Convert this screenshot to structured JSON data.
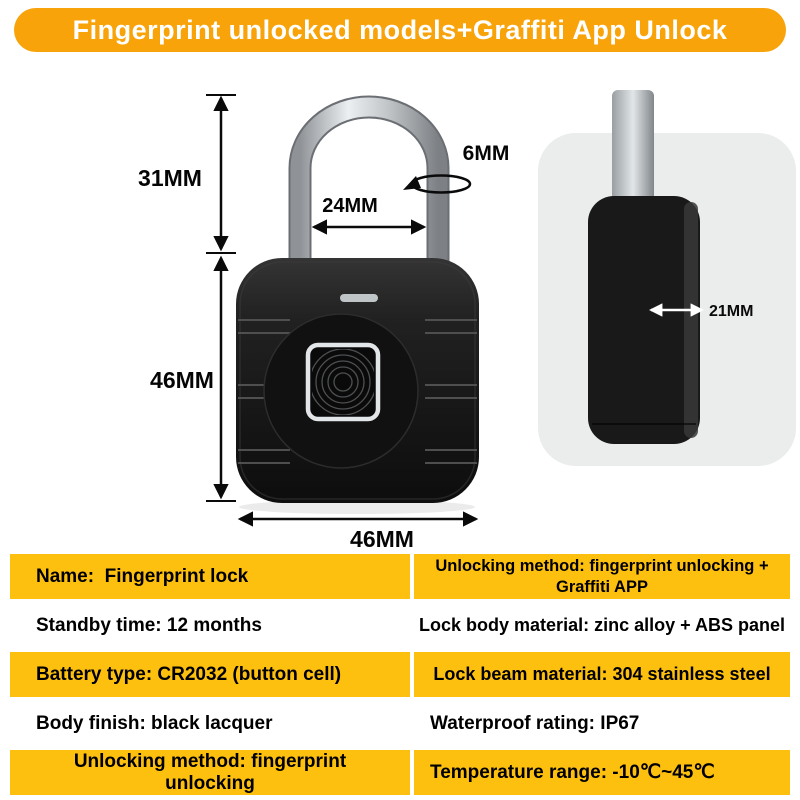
{
  "banner": {
    "text": "Fingerprint unlocked models+Graffiti App Unlock"
  },
  "colors": {
    "accent": "#F8A30A",
    "table_yellow": "#FEC00F",
    "lock_body": "#161616",
    "shackle_metal": "#c9cdd0"
  },
  "dimensions": {
    "shackle_height": "31MM",
    "shackle_inner_width": "24MM",
    "shackle_diameter": "6MM",
    "body_height": "46MM",
    "body_width": "46MM",
    "body_thickness": "21MM"
  },
  "spec_table": {
    "rows": [
      {
        "left": "Name:  Fingerprint lock",
        "right": "Unlocking method: fingerprint unlocking + Graffiti APP",
        "highlight": true
      },
      {
        "left": "Standby time: 12 months",
        "right": "Lock body material: zinc alloy + ABS panel",
        "highlight": false
      },
      {
        "left": "Battery type: CR2032 (button cell)",
        "right": "Lock beam material: 304 stainless steel",
        "highlight": true
      },
      {
        "left": "Body finish: black lacquer",
        "right": "Waterproof rating: IP67",
        "highlight": false
      },
      {
        "left": "Unlocking method: fingerprint unlocking",
        "right": "Temperature range: -10℃~45℃",
        "highlight": true
      }
    ]
  }
}
